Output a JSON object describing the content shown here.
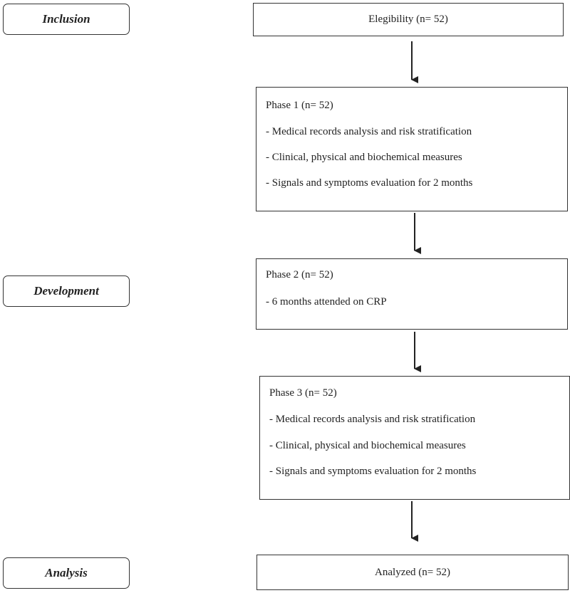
{
  "stages": {
    "inclusion": "Inclusion",
    "development": "Development",
    "analysis": "Analysis"
  },
  "boxes": {
    "eligibility": "Elegibility (n= 52)",
    "phase1": {
      "heading": "Phase 1 (n= 52)",
      "lines": [
        "- Medical records analysis and risk stratification",
        "- Clinical, physical and biochemical measures",
        "- Signals and symptoms evaluation for 2 months"
      ]
    },
    "phase2": {
      "heading": "Phase 2 (n= 52)",
      "lines": [
        "- 6 months attended on CRP"
      ]
    },
    "phase3": {
      "heading": "Phase 3 (n= 52)",
      "lines": [
        "- Medical records analysis and risk stratification",
        "- Clinical, physical and biochemical measures",
        "- Signals and symptoms evaluation for 2 months"
      ]
    },
    "analyzed": "Analyzed (n= 52)"
  }
}
